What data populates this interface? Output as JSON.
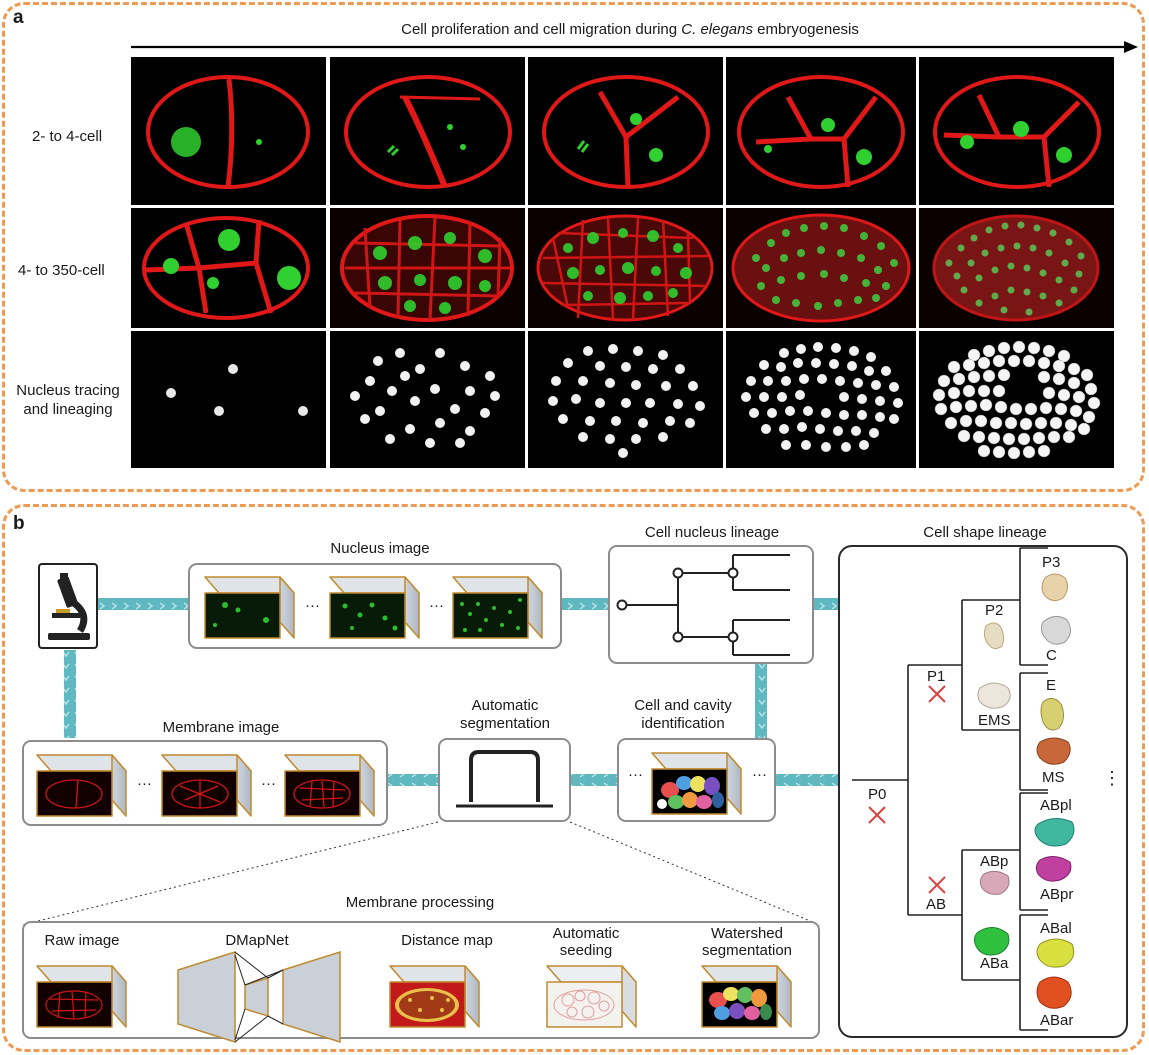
{
  "panel_a": {
    "label": "a",
    "title_pre": "Cell proliferation and cell migration during ",
    "title_italic": "C. elegans",
    "title_post": " embryogenesis",
    "rows": [
      "2- to 4-cell",
      "4- to 350-cell",
      "Nucleus tracing",
      "and lineaging"
    ]
  },
  "panel_b": {
    "label": "b",
    "nucleus_image": "Nucleus image",
    "membrane_image": "Membrane image",
    "nucleus_lineage": "Cell nucleus lineage",
    "auto_seg_1": "Automatic",
    "auto_seg_2": "segmentation",
    "cavity_1": "Cell and cavity",
    "cavity_2": "identification",
    "shape_lineage": "Cell shape lineage",
    "ellipsis": "···",
    "vellipsis": "⋮",
    "processing": {
      "title": "Membrane processing",
      "raw": "Raw image",
      "dmapnet": "DMapNet",
      "distance": "Distance map",
      "seeding_1": "Automatic",
      "seeding_2": "seeding",
      "watershed_1": "Watershed",
      "watershed_2": "segmentation"
    },
    "cells": {
      "P0": "P0",
      "P1": "P1",
      "P2": "P2",
      "P3": "P3",
      "C": "C",
      "EMS": "EMS",
      "E": "E",
      "MS": "MS",
      "AB": "AB",
      "ABp": "ABp",
      "ABpl": "ABpl",
      "ABpr": "ABpr",
      "ABa": "ABa",
      "ABal": "ABal",
      "ABar": "ABar"
    },
    "colors": {
      "arrow": "#5fb8c0",
      "border": "#ee9a52",
      "membrane": "#e01818",
      "nucleus": "#2fd02f",
      "cross": "#e04040"
    }
  }
}
